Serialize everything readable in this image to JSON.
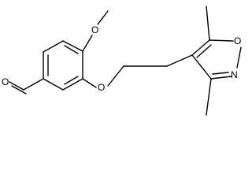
{
  "molecule": {
    "atoms": {
      "carbonyl_o": "O",
      "methoxy_o": "O",
      "ether_o": "O",
      "ring_o": "O",
      "ring_n": "N"
    }
  },
  "colors": {
    "bond": "#000000",
    "background": "#ffffff"
  }
}
